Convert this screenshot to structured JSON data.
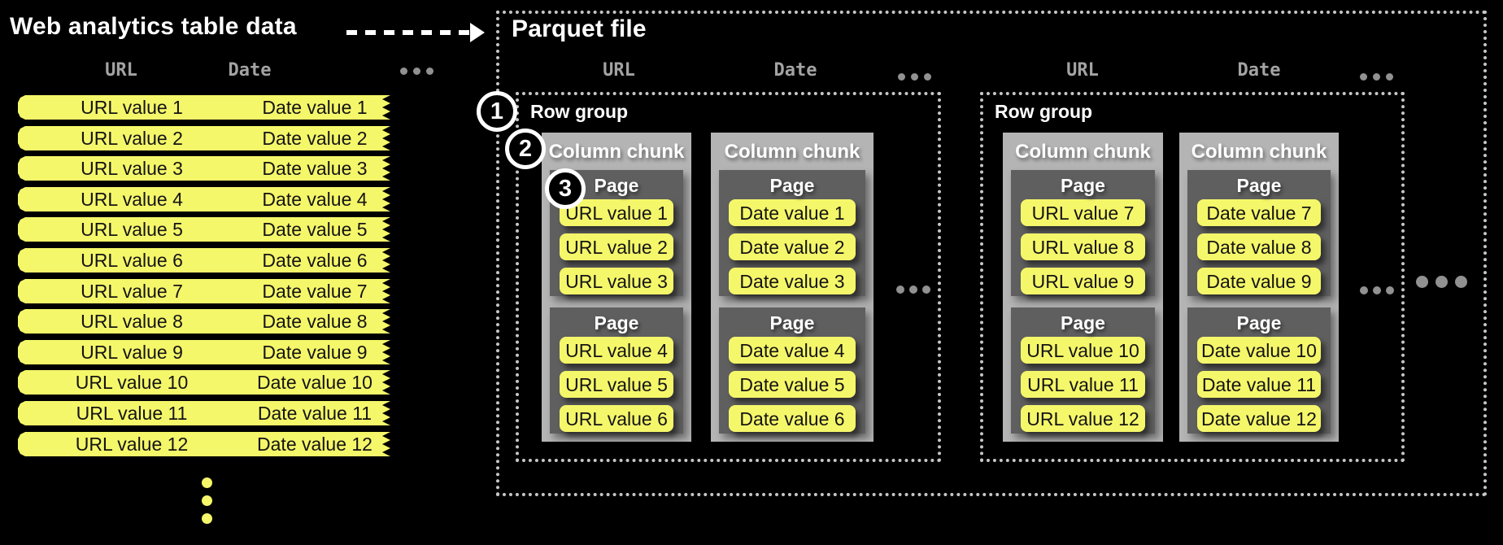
{
  "colors": {
    "background": "#000000",
    "value_yellow": "#f5f76a",
    "column_chunk_gray": "#b4b4b4",
    "page_gray": "#5f5f5f",
    "header_text_gray": "#a3a3a3",
    "dotted_border_gray": "#c6c6c6",
    "ellipsis_dots_gray": "#919191"
  },
  "icons": {
    "arrow": "dashed-arrow-right",
    "more_columns": "horizontal-ellipsis-dots",
    "more_rows": "vertical-ellipsis-dots",
    "more_chunks": "horizontal-ellipsis-dots",
    "more_row_groups": "large-horizontal-ellipsis-dots"
  },
  "source_table": {
    "title": "Web analytics table data",
    "headers": {
      "url": "URL",
      "date": "Date"
    },
    "rows": [
      {
        "url": "URL value 1",
        "date": "Date value 1"
      },
      {
        "url": "URL value 2",
        "date": "Date value 2"
      },
      {
        "url": "URL value 3",
        "date": "Date value 3"
      },
      {
        "url": "URL value 4",
        "date": "Date value 4"
      },
      {
        "url": "URL value 5",
        "date": "Date value 5"
      },
      {
        "url": "URL value 6",
        "date": "Date value 6"
      },
      {
        "url": "URL value 7",
        "date": "Date value 7"
      },
      {
        "url": "URL value 8",
        "date": "Date value 8"
      },
      {
        "url": "URL value 9",
        "date": "Date value 9"
      },
      {
        "url": "URL value 10",
        "date": "Date value 10"
      },
      {
        "url": "URL value 11",
        "date": "Date value 11"
      },
      {
        "url": "URL value 12",
        "date": "Date value 12"
      }
    ]
  },
  "parquet_file": {
    "title": "Parquet file",
    "callouts": [
      {
        "number": "1",
        "refers_to": "Row group"
      },
      {
        "number": "2",
        "refers_to": "Column chunk"
      },
      {
        "number": "3",
        "refers_to": "Page"
      }
    ],
    "row_groups": [
      {
        "label": "Row group",
        "headers": {
          "url": "URL",
          "date": "Date"
        },
        "chunks": [
          {
            "label": "Column chunk",
            "pages": [
              {
                "label": "Page",
                "values": [
                  "URL value 1",
                  "URL value 2",
                  "URL value 3"
                ]
              },
              {
                "label": "Page",
                "values": [
                  "URL value 4",
                  "URL value 5",
                  "URL value 6"
                ]
              }
            ]
          },
          {
            "label": "Column chunk",
            "pages": [
              {
                "label": "Page",
                "values": [
                  "Date value 1",
                  "Date value 2",
                  "Date value 3"
                ]
              },
              {
                "label": "Page",
                "values": [
                  "Date value 4",
                  "Date value 5",
                  "Date value 6"
                ]
              }
            ]
          }
        ]
      },
      {
        "label": "Row group",
        "headers": {
          "url": "URL",
          "date": "Date"
        },
        "chunks": [
          {
            "label": "Column chunk",
            "pages": [
              {
                "label": "Page",
                "values": [
                  "URL value 7",
                  "URL value 8",
                  "URL value 9"
                ]
              },
              {
                "label": "Page",
                "values": [
                  "URL value 10",
                  "URL value 11",
                  "URL value 12"
                ]
              }
            ]
          },
          {
            "label": "Column chunk",
            "pages": [
              {
                "label": "Page",
                "values": [
                  "Date value 7",
                  "Date value 8",
                  "Date value 9"
                ]
              },
              {
                "label": "Page",
                "values": [
                  "Date value 10",
                  "Date value 11",
                  "Date value 12"
                ]
              }
            ]
          }
        ]
      }
    ]
  }
}
